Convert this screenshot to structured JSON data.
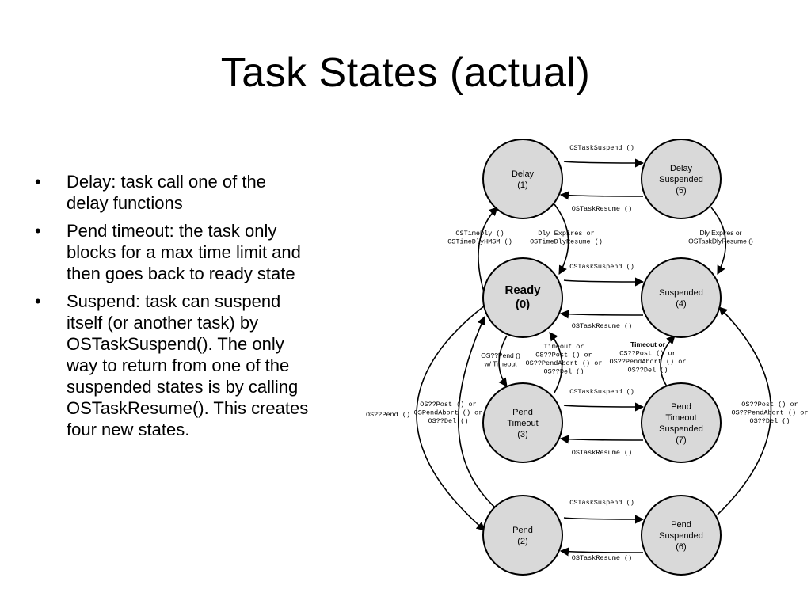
{
  "title": "Task States (actual)",
  "bullets": [
    {
      "lines": [
        "Delay: task call one of the",
        "delay functions"
      ]
    },
    {
      "lines": [
        "Pend timeout: the task only",
        "blocks for a max time limit and",
        "then goes back to ready state"
      ]
    },
    {
      "lines": [
        "Suspend: task can suspend",
        "itself (or another task) by",
        "OSTaskSuspend(). The only",
        "way to return from one of the",
        "suspended states is by calling",
        "OSTaskResume(). This creates",
        "four new states."
      ]
    }
  ],
  "bullet_symbol": "•",
  "states": {
    "delay": [
      "Delay",
      "(1)"
    ],
    "delay_suspended": [
      "Delay",
      "Suspended",
      "(5)"
    ],
    "ready": [
      "Ready",
      "(0)"
    ],
    "suspended": [
      "Suspended",
      "(4)"
    ],
    "pend_timeout": [
      "Pend",
      "Timeout",
      "(3)"
    ],
    "pend_timeout_suspended": [
      "Pend",
      "Timeout",
      "Suspended",
      "(7)"
    ],
    "pend": [
      "Pend",
      "(2)"
    ],
    "pend_suspended": [
      "Pend",
      "Suspended",
      "(6)"
    ]
  },
  "transitions": {
    "delay_to_delay_suspended": [
      "OSTaskSuspend ()"
    ],
    "delay_suspended_to_delay": [
      "OSTaskResume ()"
    ],
    "ready_to_delay": [
      "OSTimeDly ()",
      "OSTimeDlyHMSM ()"
    ],
    "delay_to_ready": [
      "Dly Expires or",
      "OSTimeDlyResume ()"
    ],
    "delay_suspended_to_suspended": [
      "Dly Expires or",
      "OSTaskDlyResume ()"
    ],
    "ready_to_suspended": [
      "OSTaskSuspend ()"
    ],
    "suspended_to_ready": [
      "OSTaskResume ()"
    ],
    "ready_to_pend_timeout": [
      "OS??Pend ()",
      "w/ Timeout"
    ],
    "pend_timeout_to_ready": [
      "Timeout or",
      "OS??Post () or",
      "OS??PendAbort () or",
      "OS??Del ()"
    ],
    "pend_timeout_suspended_to_suspended": [
      "Timeout or",
      "OS??Post () or",
      "OS??PendAbort () or",
      "OS??Del ()"
    ],
    "pend_timeout_to_pend_timeout_suspended": [
      "OSTaskSuspend ()"
    ],
    "pend_timeout_suspended_to_pend_timeout": [
      "OSTaskResume ()"
    ],
    "pend_to_ready": [
      "OS??Post () or",
      "OSPendAbort () or",
      "OS??Del ()"
    ],
    "ready_to_pend": [
      "OS??Pend ()"
    ],
    "pend_suspended_to_suspended": [
      "OS??Post () or",
      "OS??PendAbort () or",
      "OS??Del ()"
    ],
    "pend_to_pend_suspended": [
      "OSTaskSuspend ()"
    ],
    "pend_suspended_to_pend": [
      "OSTaskResume ()"
    ]
  }
}
